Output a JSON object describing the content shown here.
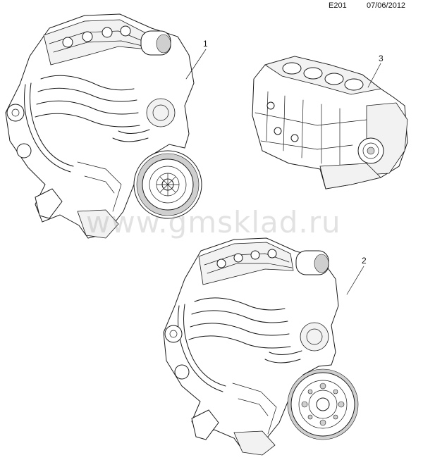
{
  "header": {
    "code": "E201",
    "date": "07/06/2012"
  },
  "watermark": "www.gmsklad.ru",
  "callouts": [
    {
      "id": "1",
      "label": "1"
    },
    {
      "id": "2",
      "label": "2"
    },
    {
      "id": "3",
      "label": "3"
    }
  ],
  "colors": {
    "line": "#1a1a1a",
    "background": "#ffffff",
    "watermark": "#969696"
  }
}
